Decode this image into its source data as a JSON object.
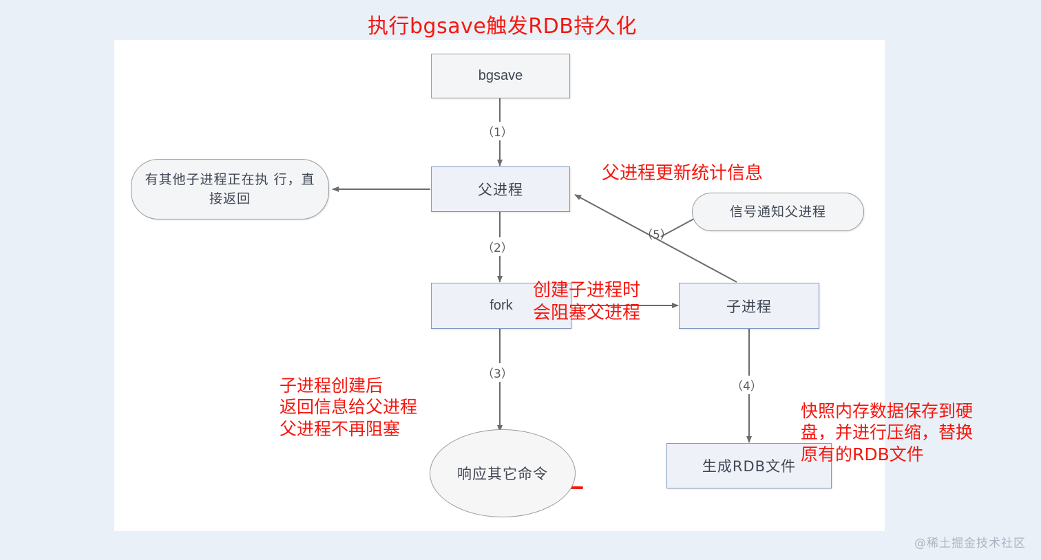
{
  "canvas": {
    "background_color": "#e9f0f7",
    "surface_color": "#ffffff"
  },
  "title": {
    "text": "执行bgsave触发RDB持久化",
    "color": "#f5170f"
  },
  "nodes": {
    "bgsave": {
      "label": "bgsave",
      "shape": "rect",
      "border_color": "#9b9b9b"
    },
    "parent_process": {
      "label": "父进程",
      "shape": "rect",
      "border_color": "#8098c0"
    },
    "other_child_running": {
      "label": "有其他子进程正在执\n行，直接返回",
      "shape": "pill",
      "border_color": "#9b9b9b"
    },
    "signal_notify_parent": {
      "label": "信号通知父进程",
      "shape": "pill",
      "border_color": "#9b9b9b"
    },
    "fork": {
      "label": "fork",
      "shape": "rect",
      "border_color": "#8098c0"
    },
    "child_process": {
      "label": "子进程",
      "shape": "rect",
      "border_color": "#8098c0"
    },
    "respond_other_commands": {
      "label": "响应其它命令",
      "shape": "ellipse",
      "border_color": "#9b9b9b"
    },
    "generate_rdb_file": {
      "label": "生成RDB文件",
      "shape": "rect",
      "border_color": "#8098c0"
    }
  },
  "edges": {
    "step1": "（1）",
    "step2": "（2）",
    "step3": "（3）",
    "step4": "（4）",
    "step5": "（5）"
  },
  "annotations": {
    "parent_update_stats": "父进程更新统计信息",
    "fork_blocks_parent": "创建子进程时\n会阻塞父进程",
    "child_created_note": "子进程创建后\n返回信息给父进程\n父进程不再阻塞",
    "snapshot_note": "快照内存数据保存到硬\n盘，并进行压缩，替换\n原有的RDB文件"
  },
  "watermark": {
    "text": "@稀土掘金技术社区"
  }
}
